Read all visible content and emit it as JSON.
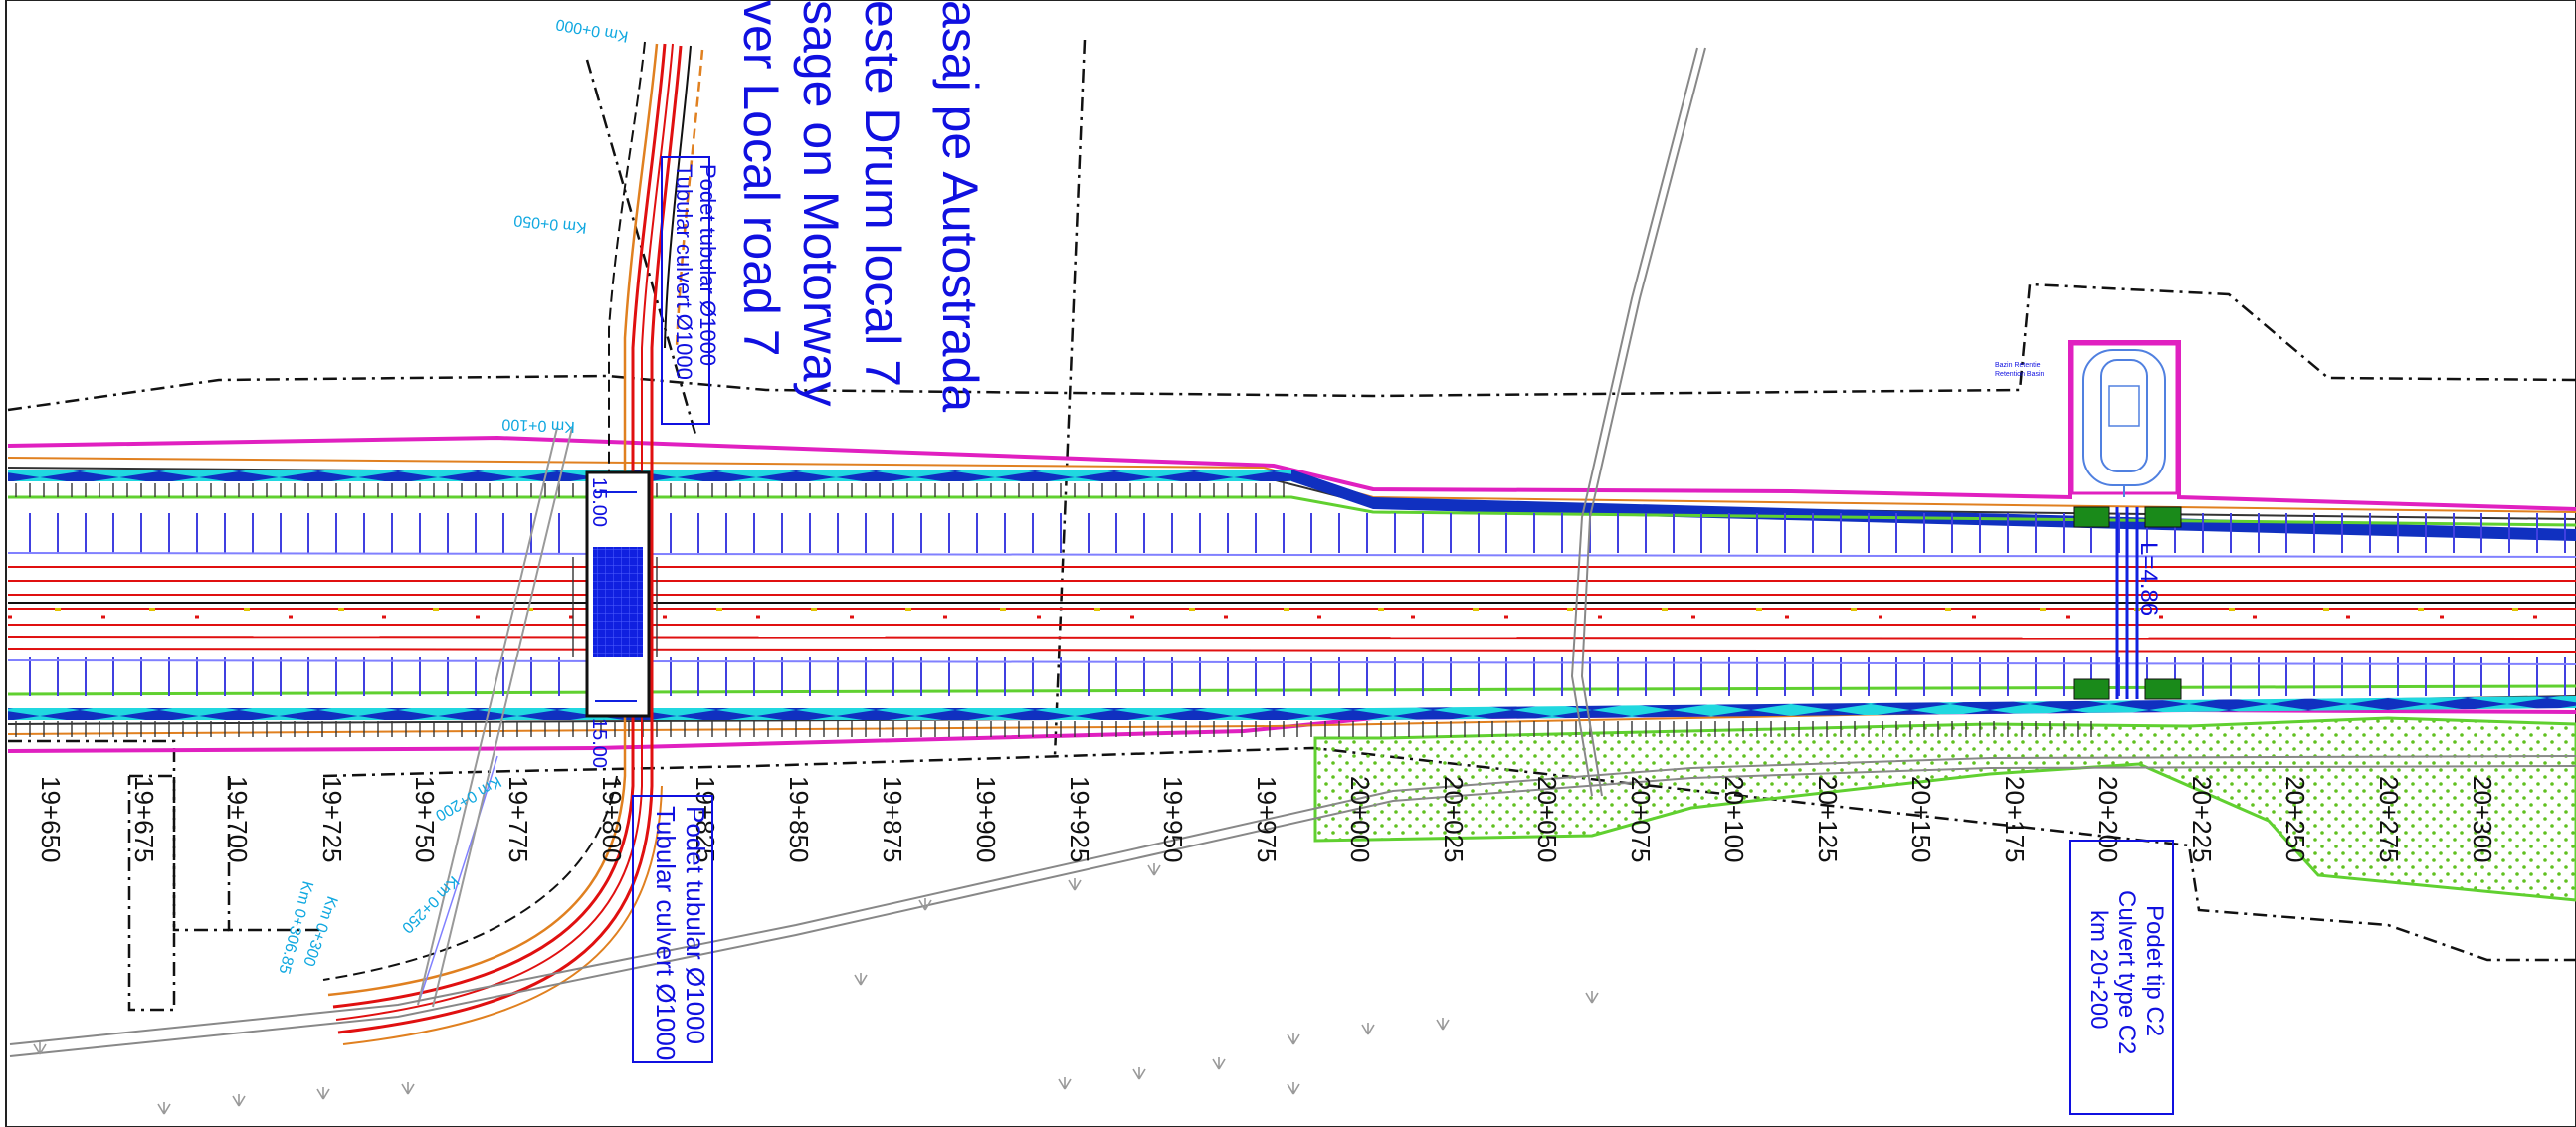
{
  "title_block": {
    "line1": "asaj pe Autostrada",
    "line2": "este Drum local 7",
    "line3": "sage on Motorway",
    "line4": "ver Local road 7"
  },
  "chainage_ticks": [
    "19+650",
    "19+675",
    "19+700",
    "19+725",
    "19+750",
    "19+775",
    "19+800",
    "19+825",
    "19+850",
    "19+875",
    "19+900",
    "19+925",
    "19+950",
    "19+975",
    "20+000",
    "20+025",
    "20+050",
    "20+075",
    "20+100",
    "20+125",
    "20+150",
    "20+175",
    "20+200",
    "20+225",
    "20+250",
    "20+275",
    "20+300"
  ],
  "local_road_km": {
    "k0": "Km 0+000",
    "k50": "Km 0+050",
    "k100": "Km 0+100",
    "k200": "Km 0+200",
    "k250": "Km 0+250",
    "k300": "Km 0+300",
    "k306": "Km 0+306.85"
  },
  "culvert_north": {
    "line1": "Podet tubular Ø1000",
    "line2": "Tubular culvert Ø1000"
  },
  "culvert_south": {
    "line1": "Podet tubular Ø1000",
    "line2": "Tubular culvert Ø1000"
  },
  "culvert_c2": {
    "line1": "Podet tip C2",
    "line2": "Culvert type C2",
    "line3": "km 20+200"
  },
  "length_label": "L=4.86",
  "bridge_labels": {
    "north": "15.00",
    "south": "15.00"
  },
  "basin_label": {
    "line1": "Bazin Retentie",
    "line2": "Retention Basin"
  },
  "colors": {
    "annotation_blue": "#1010e0",
    "chainage_cyan": "#10a8e0",
    "boundary_magenta": "#e020c0",
    "carriageway_red": "#e01010",
    "embankment_green": "#60d030",
    "drainage_cyan": "#20d8e0",
    "structure_blue": "#1030e0"
  }
}
